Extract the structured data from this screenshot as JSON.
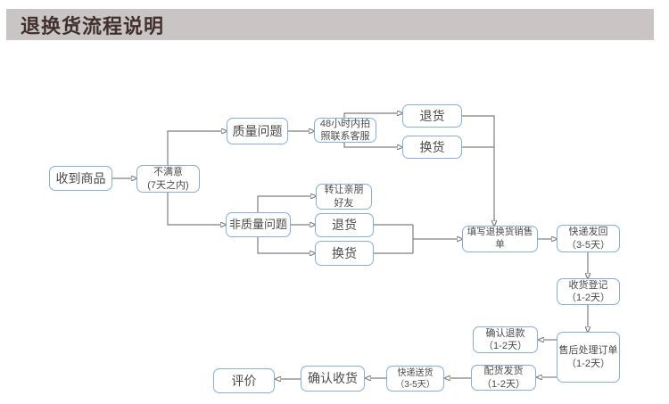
{
  "header": {
    "title": "退换货流程说明"
  },
  "colors": {
    "header-bg": "#cac5c5",
    "header-text": "#42302e",
    "box-border": "#85aedd",
    "box-bg": "#ffffff",
    "box-text": "#4a4a4a",
    "line": "#7f7f7f",
    "canvas-bg": "#ffffff"
  },
  "flowchart": {
    "nodes": {
      "receive": {
        "label": "收到商品"
      },
      "unsatisfied": {
        "label": "不满意\n(7天之内)"
      },
      "quality": {
        "label": "质量问题"
      },
      "photo48": {
        "label": "48小时内拍\n照联系客服"
      },
      "return1": {
        "label": "退货"
      },
      "exchange1": {
        "label": "换货"
      },
      "nonquality": {
        "label": "非质量问题"
      },
      "transfer": {
        "label": "转让亲朋\n好友"
      },
      "return2": {
        "label": "退货"
      },
      "exchange2": {
        "label": "换货"
      },
      "fillform": {
        "label": "填写退换货销售单"
      },
      "shipback": {
        "label": "快递发回\n（3-5天）"
      },
      "register": {
        "label": "收货登记\n（1-2天）"
      },
      "aftersale": {
        "label": "售后处理订单\n（1-2天）"
      },
      "refund": {
        "label": "确认退款\n（1-2天）"
      },
      "dispatch": {
        "label": "配货发货\n（1-2天）"
      },
      "delivery": {
        "label": "快递送货\n（3-5天）"
      },
      "confirm": {
        "label": "确认收货"
      },
      "evaluate": {
        "label": "评价"
      }
    }
  }
}
